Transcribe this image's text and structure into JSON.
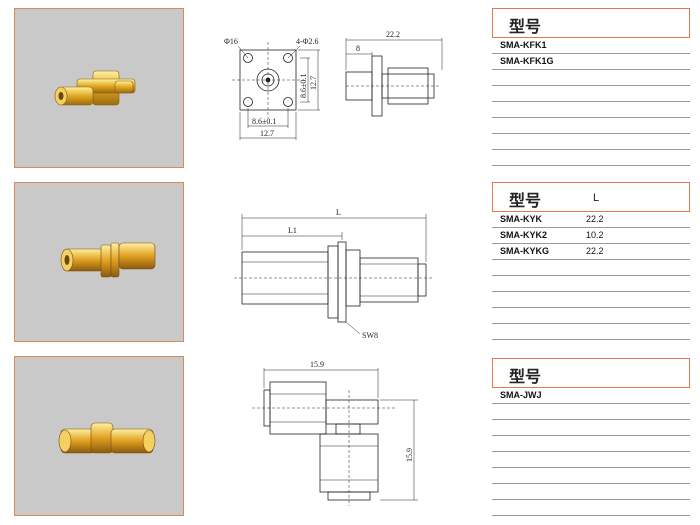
{
  "sections": [
    {
      "header": "型号",
      "column": "",
      "rows": [
        {
          "model": "SMA-KFK1",
          "value": ""
        },
        {
          "model": "SMA-KFK1G",
          "value": ""
        },
        {
          "model": "",
          "value": ""
        },
        {
          "model": "",
          "value": ""
        },
        {
          "model": "",
          "value": ""
        },
        {
          "model": "",
          "value": ""
        },
        {
          "model": "",
          "value": ""
        },
        {
          "model": "",
          "value": ""
        }
      ]
    },
    {
      "header": "型号",
      "column": "L",
      "rows": [
        {
          "model": "SMA-KYK",
          "value": "22.2"
        },
        {
          "model": "SMA-KYK2",
          "value": "10.2"
        },
        {
          "model": "SMA-KYKG",
          "value": "22.2"
        },
        {
          "model": "",
          "value": ""
        },
        {
          "model": "",
          "value": ""
        },
        {
          "model": "",
          "value": ""
        },
        {
          "model": "",
          "value": ""
        },
        {
          "model": "",
          "value": ""
        }
      ]
    },
    {
      "header": "型号",
      "column": "",
      "rows": [
        {
          "model": "SMA-JWJ",
          "value": ""
        },
        {
          "model": "",
          "value": ""
        },
        {
          "model": "",
          "value": ""
        },
        {
          "model": "",
          "value": ""
        },
        {
          "model": "",
          "value": ""
        },
        {
          "model": "",
          "value": ""
        },
        {
          "model": "",
          "value": ""
        },
        {
          "model": "",
          "value": ""
        }
      ]
    }
  ],
  "drawings": {
    "d1": {
      "hole_big": "Φ16",
      "hole_small": "4-Φ2.6",
      "dim_total": "22.2",
      "dim_left": "8",
      "dim_pitch_v": "8.6±0.1",
      "dim_size_v": "12.7",
      "dim_pitch_h": "8.6±0.1",
      "dim_size_h": "12.7"
    },
    "d2": {
      "dim_L": "L",
      "dim_L1": "L1",
      "dim_sw": "SW8"
    },
    "d3": {
      "dim_w": "15.9",
      "dim_h": "15.9"
    }
  },
  "colors": {
    "photo_bg": "#c9c9c9",
    "photo_border": "#d98a5a",
    "header_border": "#e07850",
    "row_line": "#9a9a9a",
    "gold": "#e0a820"
  }
}
